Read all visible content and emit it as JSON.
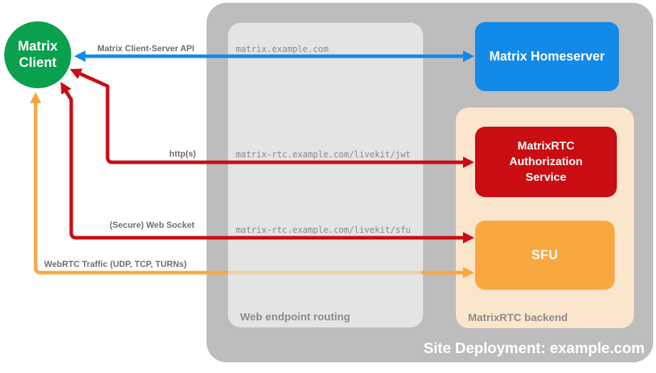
{
  "diagram": {
    "title": "Site Deployment: example.com",
    "colors": {
      "client_green": "#0aa04e",
      "homeserver_blue": "#1389e8",
      "auth_red": "#c90d12",
      "sfu_orange": "#f9a840",
      "backend_peach": "#fbe5cc",
      "outer_gray": "#bdbdbd",
      "routing_gray": "#e4e4e4",
      "label_gray": "#6e6e6e"
    },
    "nodes": {
      "matrix_client": {
        "label": "Matrix Client"
      },
      "matrix_homeserver": {
        "label": "Matrix Homeserver"
      },
      "auth_service": {
        "label": "MatrixRTC Authorization Service"
      },
      "sfu": {
        "label": "SFU"
      }
    },
    "containers": {
      "site_deployment": {
        "label": "Site Deployment: example.com"
      },
      "web_endpoint_routing": {
        "label": "Web endpoint routing"
      },
      "matrixrtc_backend": {
        "label": "MatrixRTC backend"
      }
    },
    "edges": {
      "client_server_api": {
        "label": "Matrix Client-Server API",
        "endpoint": "matrix.example.com",
        "color": "#1389e8",
        "from": "matrix_client",
        "to": "matrix_homeserver",
        "bidirectional": true
      },
      "https": {
        "label": "http(s)",
        "endpoint": "matrix-rtc.example.com/livekit/jwt",
        "color": "#c90d12",
        "from": "auth_service",
        "to": "matrix_client"
      },
      "websocket": {
        "label": "(Secure) Web Socket",
        "endpoint": "matrix-rtc.example.com/livekit/sfu",
        "color": "#c90d12",
        "from": "sfu",
        "to": "matrix_client"
      },
      "webrtc": {
        "label": "WebRTC Traffic (UDP, TCP, TURNs)",
        "color": "#f9a840",
        "from": "sfu",
        "to": "matrix_client",
        "bidirectional": true
      }
    }
  }
}
